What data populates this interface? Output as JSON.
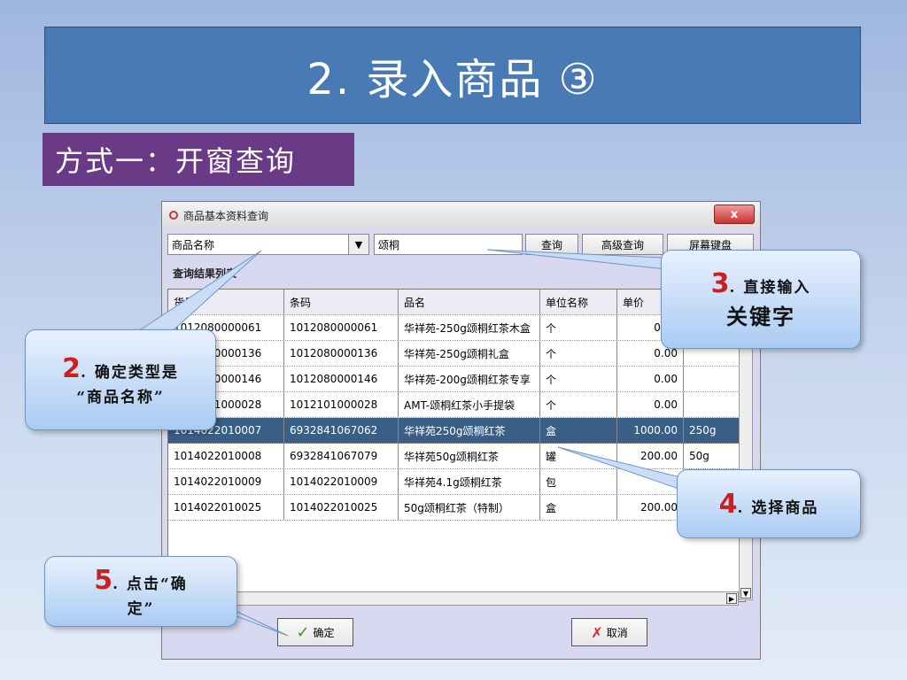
{
  "slide": {
    "title": "2. 录入商品 ③",
    "subtitle": "方式一：开窗查询"
  },
  "window": {
    "title": "商品基本资料查询",
    "close_label": "x",
    "search_type": "商品名称",
    "keyword": "颂桐",
    "query_btn": "查询",
    "adv_query_btn": "高级查询",
    "keyboard_btn": "屏幕键盘",
    "result_label": "查询结果列表",
    "columns": [
      "货号",
      "条码",
      "品名",
      "单位名称",
      "单价",
      ""
    ],
    "rows": [
      [
        "1012080000061",
        "1012080000061",
        "华祥苑-250g颂桐红茶木盒",
        "个",
        "0.00",
        ""
      ],
      [
        "1012080000136",
        "1012080000136",
        "华祥苑-250g颂桐礼盒",
        "个",
        "0.00",
        ""
      ],
      [
        "1012080000146",
        "1012080000146",
        "华祥苑-200g颂桐红茶专享",
        "个",
        "0.00",
        ""
      ],
      [
        "1012101000028",
        "1012101000028",
        "AMT-颂桐红茶小手提袋",
        "个",
        "0.00",
        ""
      ],
      [
        "1014022010007",
        "6932841067062",
        "华祥苑250g颂桐红茶",
        "盒",
        "1000.00",
        "250g"
      ],
      [
        "1014022010008",
        "6932841067079",
        "华祥苑50g颂桐红茶",
        "罐",
        "200.00",
        "50g"
      ],
      [
        "1014022010009",
        "1014022010009",
        "华祥苑4.1g颂桐红茶",
        "包",
        "",
        ""
      ],
      [
        "1014022010025",
        "1014022010025",
        "50g颂桐红茶（特制）",
        "盒",
        "200.00",
        ""
      ]
    ],
    "selected_row": 4,
    "ok_btn": "确定",
    "cancel_btn": "取消"
  },
  "callouts": {
    "c2": {
      "num": "2",
      "line1": ". 确定类型是",
      "line2": "“商品名称”"
    },
    "c3": {
      "num": "3",
      "line1": ". 直接输入",
      "line2": "关键字"
    },
    "c4": {
      "num": "4",
      "line1": ". 选择商品"
    },
    "c5": {
      "num": "5",
      "line1": ". 点击“确",
      "line2": "定”"
    }
  },
  "colors": {
    "banner": "#4a7ab5",
    "subtitle_bg": "#6b3a86",
    "selected_row": "#3a5f86",
    "callout_num": "#cc1f1f"
  }
}
